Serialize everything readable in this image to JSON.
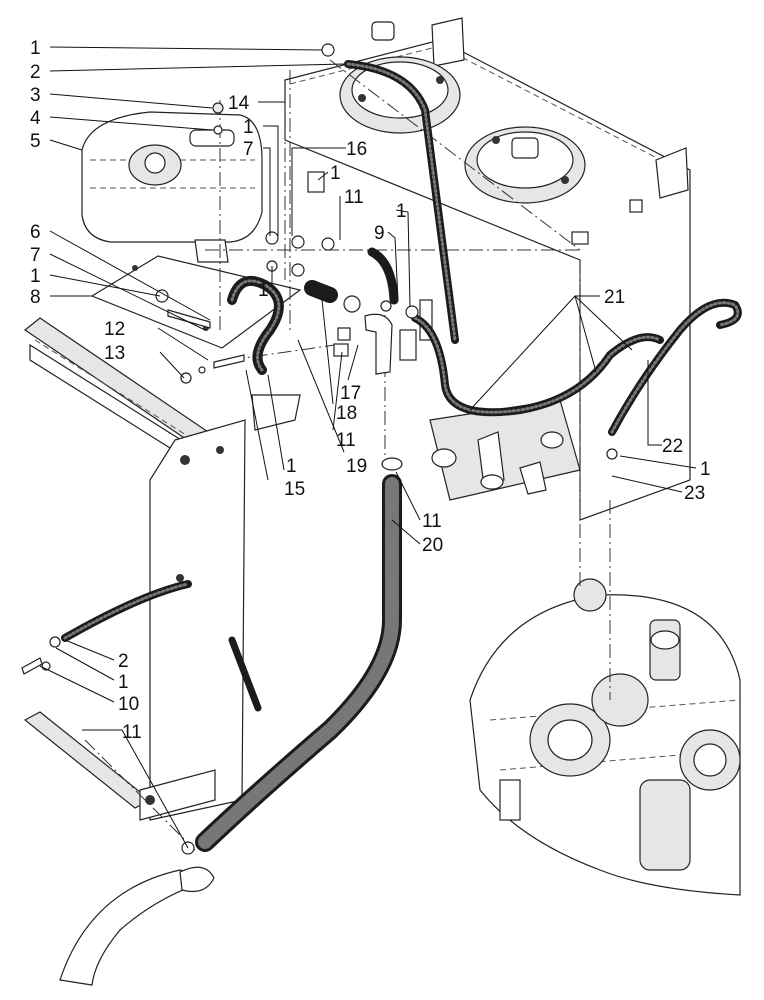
{
  "callouts": [
    {
      "id": "c1a",
      "label": "1"
    },
    {
      "id": "c2a",
      "label": "2"
    },
    {
      "id": "c3",
      "label": "3"
    },
    {
      "id": "c4",
      "label": "4"
    },
    {
      "id": "c5",
      "label": "5"
    },
    {
      "id": "c14",
      "label": "14"
    },
    {
      "id": "c1b",
      "label": "1"
    },
    {
      "id": "c7a",
      "label": "7"
    },
    {
      "id": "c16",
      "label": "16"
    },
    {
      "id": "c1c",
      "label": "1"
    },
    {
      "id": "c11a",
      "label": "11"
    },
    {
      "id": "c1d",
      "label": "1"
    },
    {
      "id": "c9",
      "label": "9"
    },
    {
      "id": "c6",
      "label": "6"
    },
    {
      "id": "c7b",
      "label": "7"
    },
    {
      "id": "c1e",
      "label": "1"
    },
    {
      "id": "c1f",
      "label": "1"
    },
    {
      "id": "c8",
      "label": "8"
    },
    {
      "id": "c21",
      "label": "21"
    },
    {
      "id": "c12",
      "label": "12"
    },
    {
      "id": "c13",
      "label": "13"
    },
    {
      "id": "c17",
      "label": "17"
    },
    {
      "id": "c18",
      "label": "18"
    },
    {
      "id": "c11b",
      "label": "11"
    },
    {
      "id": "c22",
      "label": "22"
    },
    {
      "id": "c19",
      "label": "19"
    },
    {
      "id": "c1g",
      "label": "1"
    },
    {
      "id": "c1h",
      "label": "1"
    },
    {
      "id": "c15",
      "label": "15"
    },
    {
      "id": "c23",
      "label": "23"
    },
    {
      "id": "c11c",
      "label": "11"
    },
    {
      "id": "c20",
      "label": "20"
    },
    {
      "id": "c2b",
      "label": "2"
    },
    {
      "id": "c1i",
      "label": "1"
    },
    {
      "id": "c10",
      "label": "10"
    },
    {
      "id": "c11d",
      "label": "11"
    }
  ]
}
